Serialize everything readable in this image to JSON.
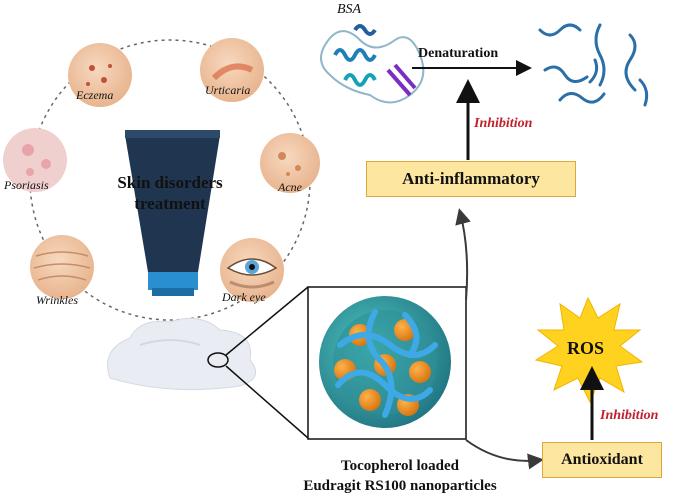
{
  "skin": {
    "title_line1": "Skin disorders",
    "title_line2": "treatment",
    "conditions": {
      "eczema": "Eczema",
      "urticaria": "Urticaria",
      "psoriasis": "Psoriasis",
      "acne": "Acne",
      "wrinkles": "Wrinkles",
      "dark_eye": "Dark eye"
    }
  },
  "protein": {
    "label": "BSA",
    "process": "Denaturation"
  },
  "effects": {
    "anti_inflammatory": "Anti-inflammatory",
    "antioxidant": "Antioxidant",
    "inhibition_top": "Inhibition",
    "inhibition_bottom": "Inhibition",
    "ros": "ROS"
  },
  "nanoparticle": {
    "caption_line1": "Tocopherol loaded",
    "caption_line2": "Eudragit RS100 nanoparticles"
  },
  "colors": {
    "box_fill": "#fde6a0",
    "box_border": "#e0a63a",
    "inhibition": "#c0202a",
    "ros_star": "#ffd21f",
    "tube": "#1f3550",
    "polymer": "#3fa9e6",
    "core": "#e88a1a"
  }
}
